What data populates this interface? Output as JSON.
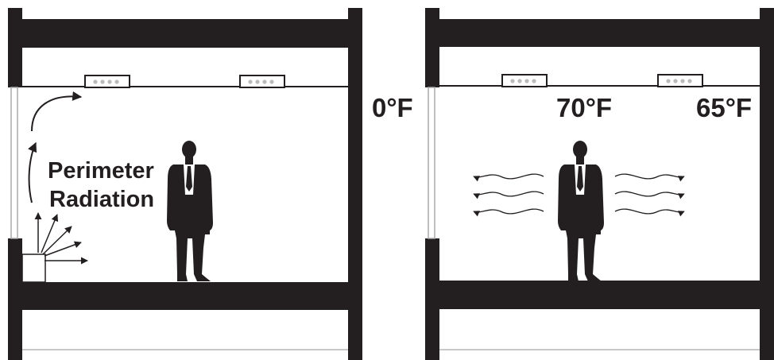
{
  "left_panel": {
    "label_line1": "Perimeter",
    "label_line2": "Radiation",
    "outdoor_temp": "0°F"
  },
  "right_panel": {
    "temp_near_window": "70°F",
    "temp_far": "65°F"
  },
  "colors": {
    "structure": "#231f20",
    "glass": "#cccccc",
    "diffuser_dots": "#bbbbbb",
    "background": "#ffffff"
  }
}
